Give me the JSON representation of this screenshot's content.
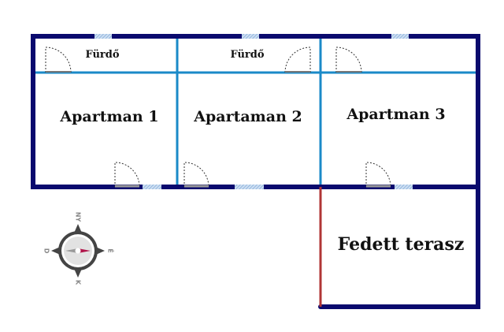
{
  "rooms": {
    "bath1": "Fürdő",
    "bath2": "Fürdő",
    "apt1": "Apartman 1",
    "apt2": "Apartaman 2",
    "apt3": "Apartman 3",
    "terrace": "Fedett terasz"
  },
  "compass": {
    "north": "NY",
    "east": "É",
    "south": "K",
    "west": "D"
  },
  "colors": {
    "outer_wall": "#0a0a6e",
    "inner_wall": "#1a8ac8",
    "terrace_edge": "#b03535",
    "window": "#a8c8e8"
  }
}
